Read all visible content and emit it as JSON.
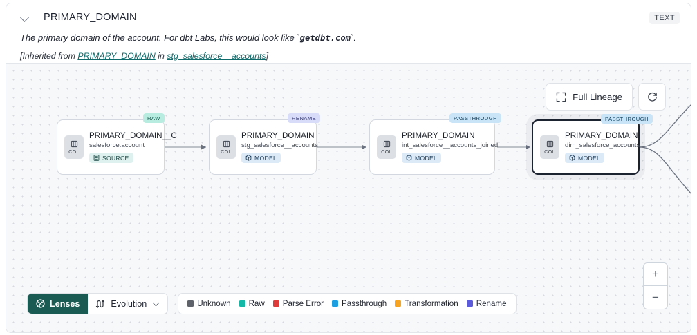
{
  "header": {
    "collapse_icon": "chevron-down-icon",
    "title": "PRIMARY_DOMAIN",
    "type_tag": "TEXT",
    "description_pre": "The primary domain of the account. For dbt Labs, this would look like `",
    "description_code": "getdbt.com",
    "description_post": "`.",
    "inherited_pre": "[Inherited from ",
    "inherited_link1": "PRIMARY_DOMAIN",
    "inherited_mid": " in ",
    "inherited_link2": "stg_salesforce__accounts",
    "inherited_post": "]"
  },
  "canvas": {
    "full_lineage_label": "Full Lineage",
    "full_lineage_icon": "expand-corners-icon",
    "refresh_icon": "refresh-icon",
    "zoom_in_label": "+",
    "zoom_out_label": "−"
  },
  "nodes": [
    {
      "tag": "RAW",
      "tag_class": "raw",
      "badge": "COL",
      "title": "PRIMARY_DOMAIN__C",
      "subtitle": "salesforce.account",
      "kind": "SOURCE",
      "kind_class": "source",
      "kind_icon": "database-icon",
      "selected": false
    },
    {
      "tag": "RENAME",
      "tag_class": "ren",
      "badge": "COL",
      "title": "PRIMARY_DOMAIN",
      "subtitle": "stg_salesforce__accounts",
      "kind": "MODEL",
      "kind_class": "model",
      "kind_icon": "cube-icon",
      "selected": false
    },
    {
      "tag": "PASSTHROUGH",
      "tag_class": "pass",
      "badge": "COL",
      "title": "PRIMARY_DOMAIN",
      "subtitle": "int_salesforce__accounts_joined",
      "kind": "MODEL",
      "kind_class": "model",
      "kind_icon": "cube-icon",
      "selected": false
    },
    {
      "tag": "PASSTHROUGH",
      "tag_class": "pass",
      "badge": "COL",
      "title": "PRIMARY_DOMAIN",
      "subtitle": "dim_salesforce_accounts",
      "kind": "MODEL",
      "kind_class": "model",
      "kind_icon": "cube-icon",
      "selected": true
    }
  ],
  "toolbar": {
    "lenses_label": "Lenses",
    "lenses_icon": "lens-aperture-icon",
    "evolution_label": "Evolution",
    "evolution_icon": "evolution-arrows-icon",
    "evolution_caret": "chevron-down-icon"
  },
  "legend": [
    {
      "label": "Unknown",
      "color": "#5e636b"
    },
    {
      "label": "Raw",
      "color": "#14b8a6"
    },
    {
      "label": "Parse Error",
      "color": "#e03b3b"
    },
    {
      "label": "Passthrough",
      "color": "#1b9fe0"
    },
    {
      "label": "Transformation",
      "color": "#f5a523"
    },
    {
      "label": "Rename",
      "color": "#5b5bdb"
    }
  ],
  "colors": {
    "lenses_bg": "#1a5c53",
    "link": "#0f6b6b",
    "canvas_bg": "#f7f8fa"
  }
}
